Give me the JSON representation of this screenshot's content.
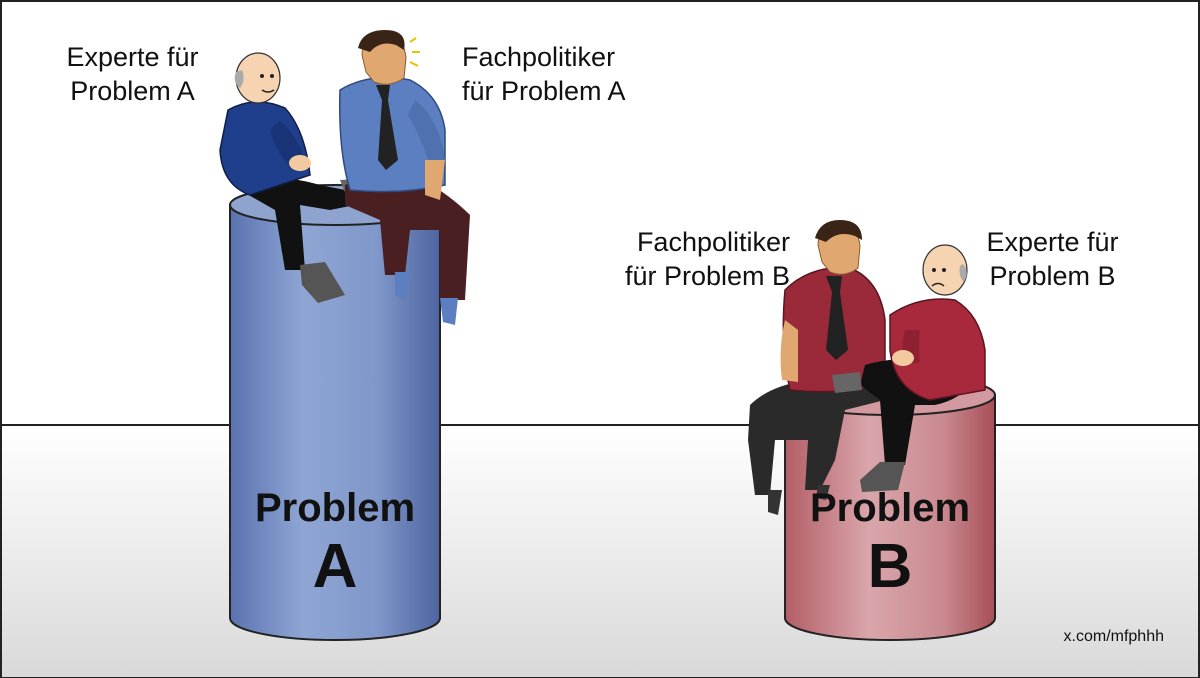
{
  "labels": {
    "expert_a": [
      "Experte für",
      "Problem A"
    ],
    "politician_a": [
      "Fachpolitiker",
      "für Problem A"
    ],
    "politician_b": [
      "Fachpolitiker",
      "für Problem B"
    ],
    "expert_b": [
      "Experte für",
      "Problem B"
    ]
  },
  "cylinders": {
    "a": {
      "word": "Problem",
      "letter": "A"
    },
    "b": {
      "word": "Problem",
      "letter": "B"
    }
  },
  "credit": "x.com/mfphhh",
  "colors": {
    "cylinder_a": "#7b93c4",
    "cylinder_b": "#c4757d",
    "floor": "#e6e6e6",
    "blue_shirt": "#5b7fc0",
    "navy_sweater": "#1f3f8c",
    "red_shirt": "#9a2a3a",
    "red_sweater": "#a8283c"
  }
}
